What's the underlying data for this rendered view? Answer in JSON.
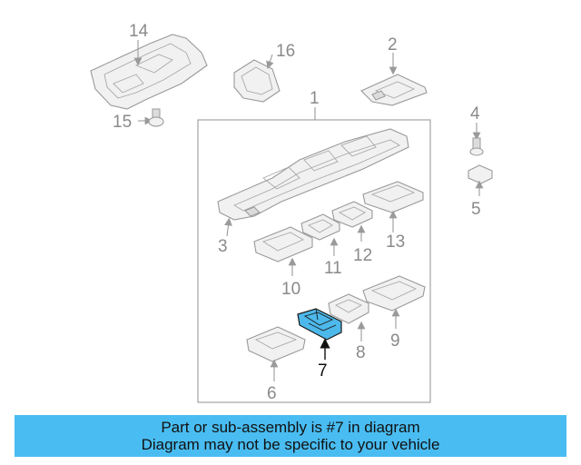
{
  "callouts": {
    "p1": "1",
    "p2": "2",
    "p3": "3",
    "p4": "4",
    "p5": "5",
    "p6": "6",
    "p7": "7",
    "p8": "8",
    "p9": "9",
    "p10": "10",
    "p11": "11",
    "p12": "12",
    "p13": "13",
    "p14": "14",
    "p15": "15",
    "p16": "16"
  },
  "highlight": {
    "part_number": "7",
    "color": "#4db8ea"
  },
  "banner": {
    "line1": "Part or sub-assembly is #7 in diagram",
    "line2": "Diagram may not be specific to your vehicle",
    "color": "#49bdf2"
  }
}
